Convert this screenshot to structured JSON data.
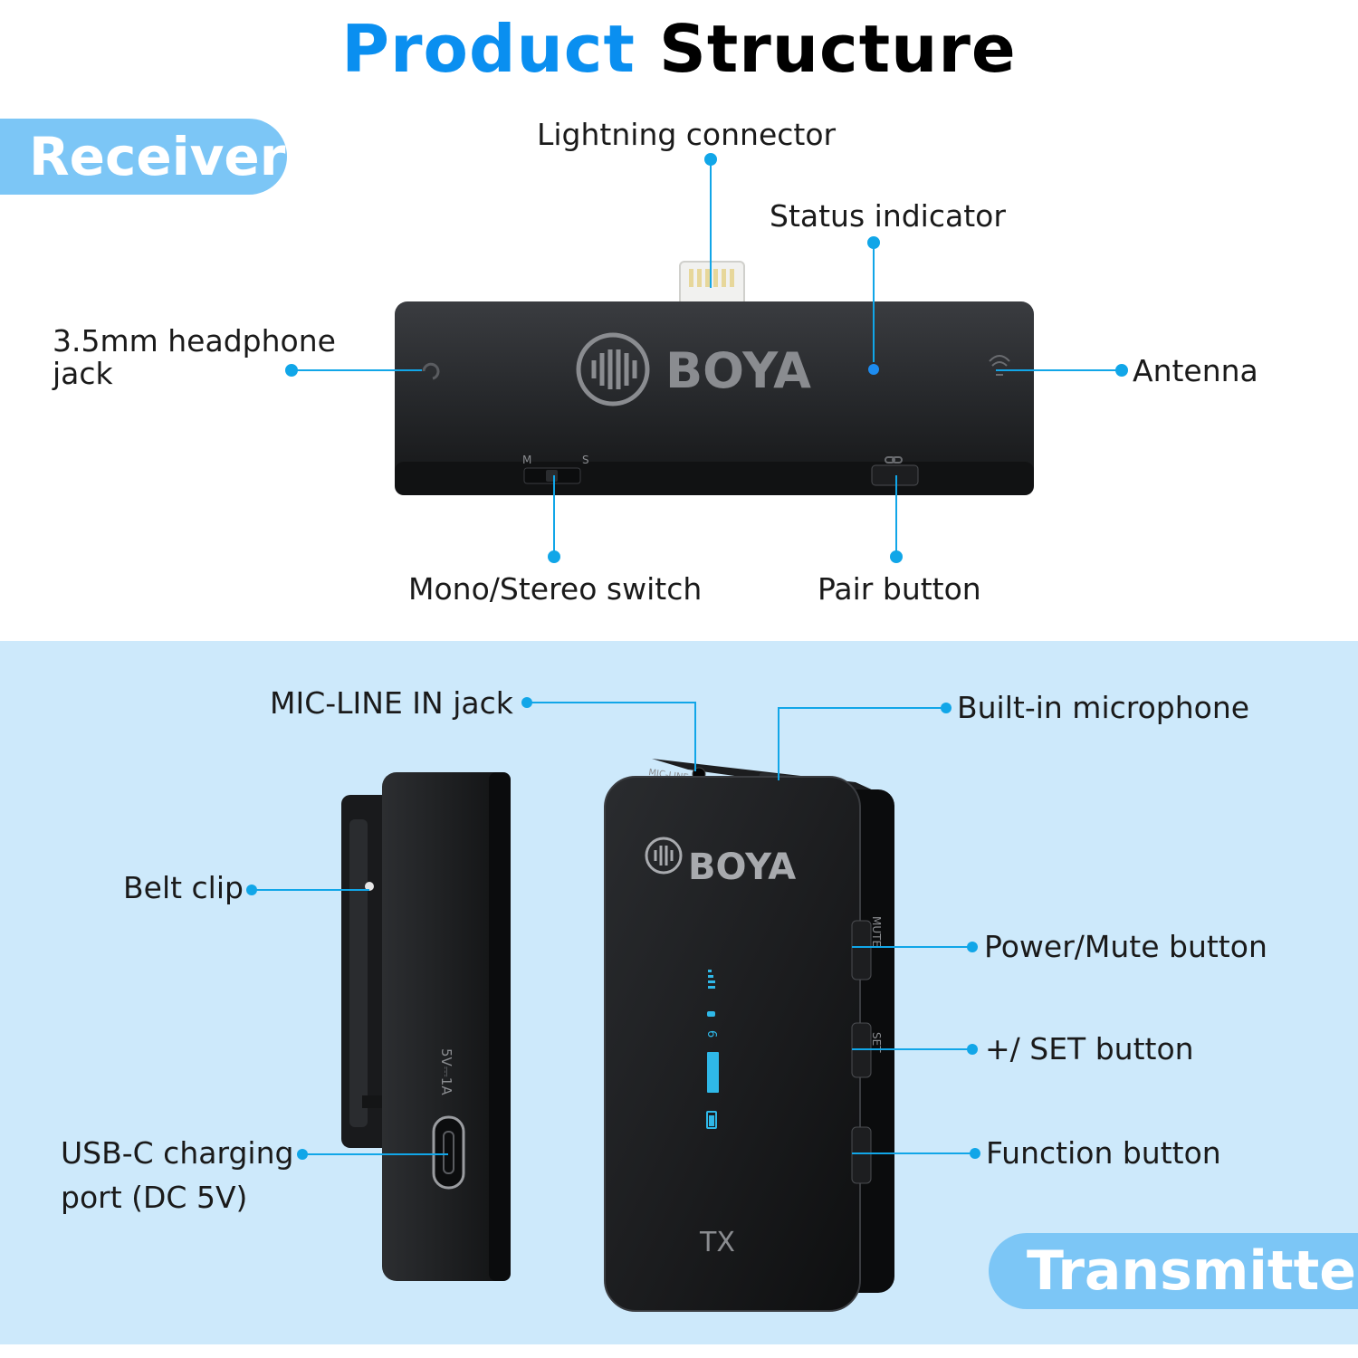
{
  "title": {
    "part1": "Product",
    "part2": "Structure"
  },
  "receiver": {
    "badge": "Receiver",
    "brand": "BOYA",
    "switch_left": "M",
    "switch_right": "S",
    "callouts": {
      "lightning": "Lightning connector",
      "status": "Status indicator",
      "headphone_line1": "3.5mm headphone",
      "headphone_line2": "jack",
      "antenna": "Antenna",
      "mono_stereo": "Mono/Stereo switch",
      "pair": "Pair button"
    }
  },
  "transmitter": {
    "badge": "Transmitter",
    "brand": "BOYA",
    "model": "TX",
    "mute_text": "MUTE",
    "set_text": "SET",
    "port_text": "5V⎓1A",
    "top_text": "MIC-LINE IN",
    "callouts": {
      "mic_line_in": "MIC-LINE IN jack",
      "builtin_mic": "Built-in microphone",
      "belt_clip": "Belt clip",
      "power_mute": "Power/Mute button",
      "plus_set": "+/ SET button",
      "usb_line1": "USB-C charging",
      "usb_line2": "port (DC 5V)",
      "function": "Function button"
    }
  },
  "colors": {
    "accent": "#0a8ff0",
    "badge": "#7cc6f6",
    "panel": "#cde9fb",
    "line": "#11a6e8"
  }
}
